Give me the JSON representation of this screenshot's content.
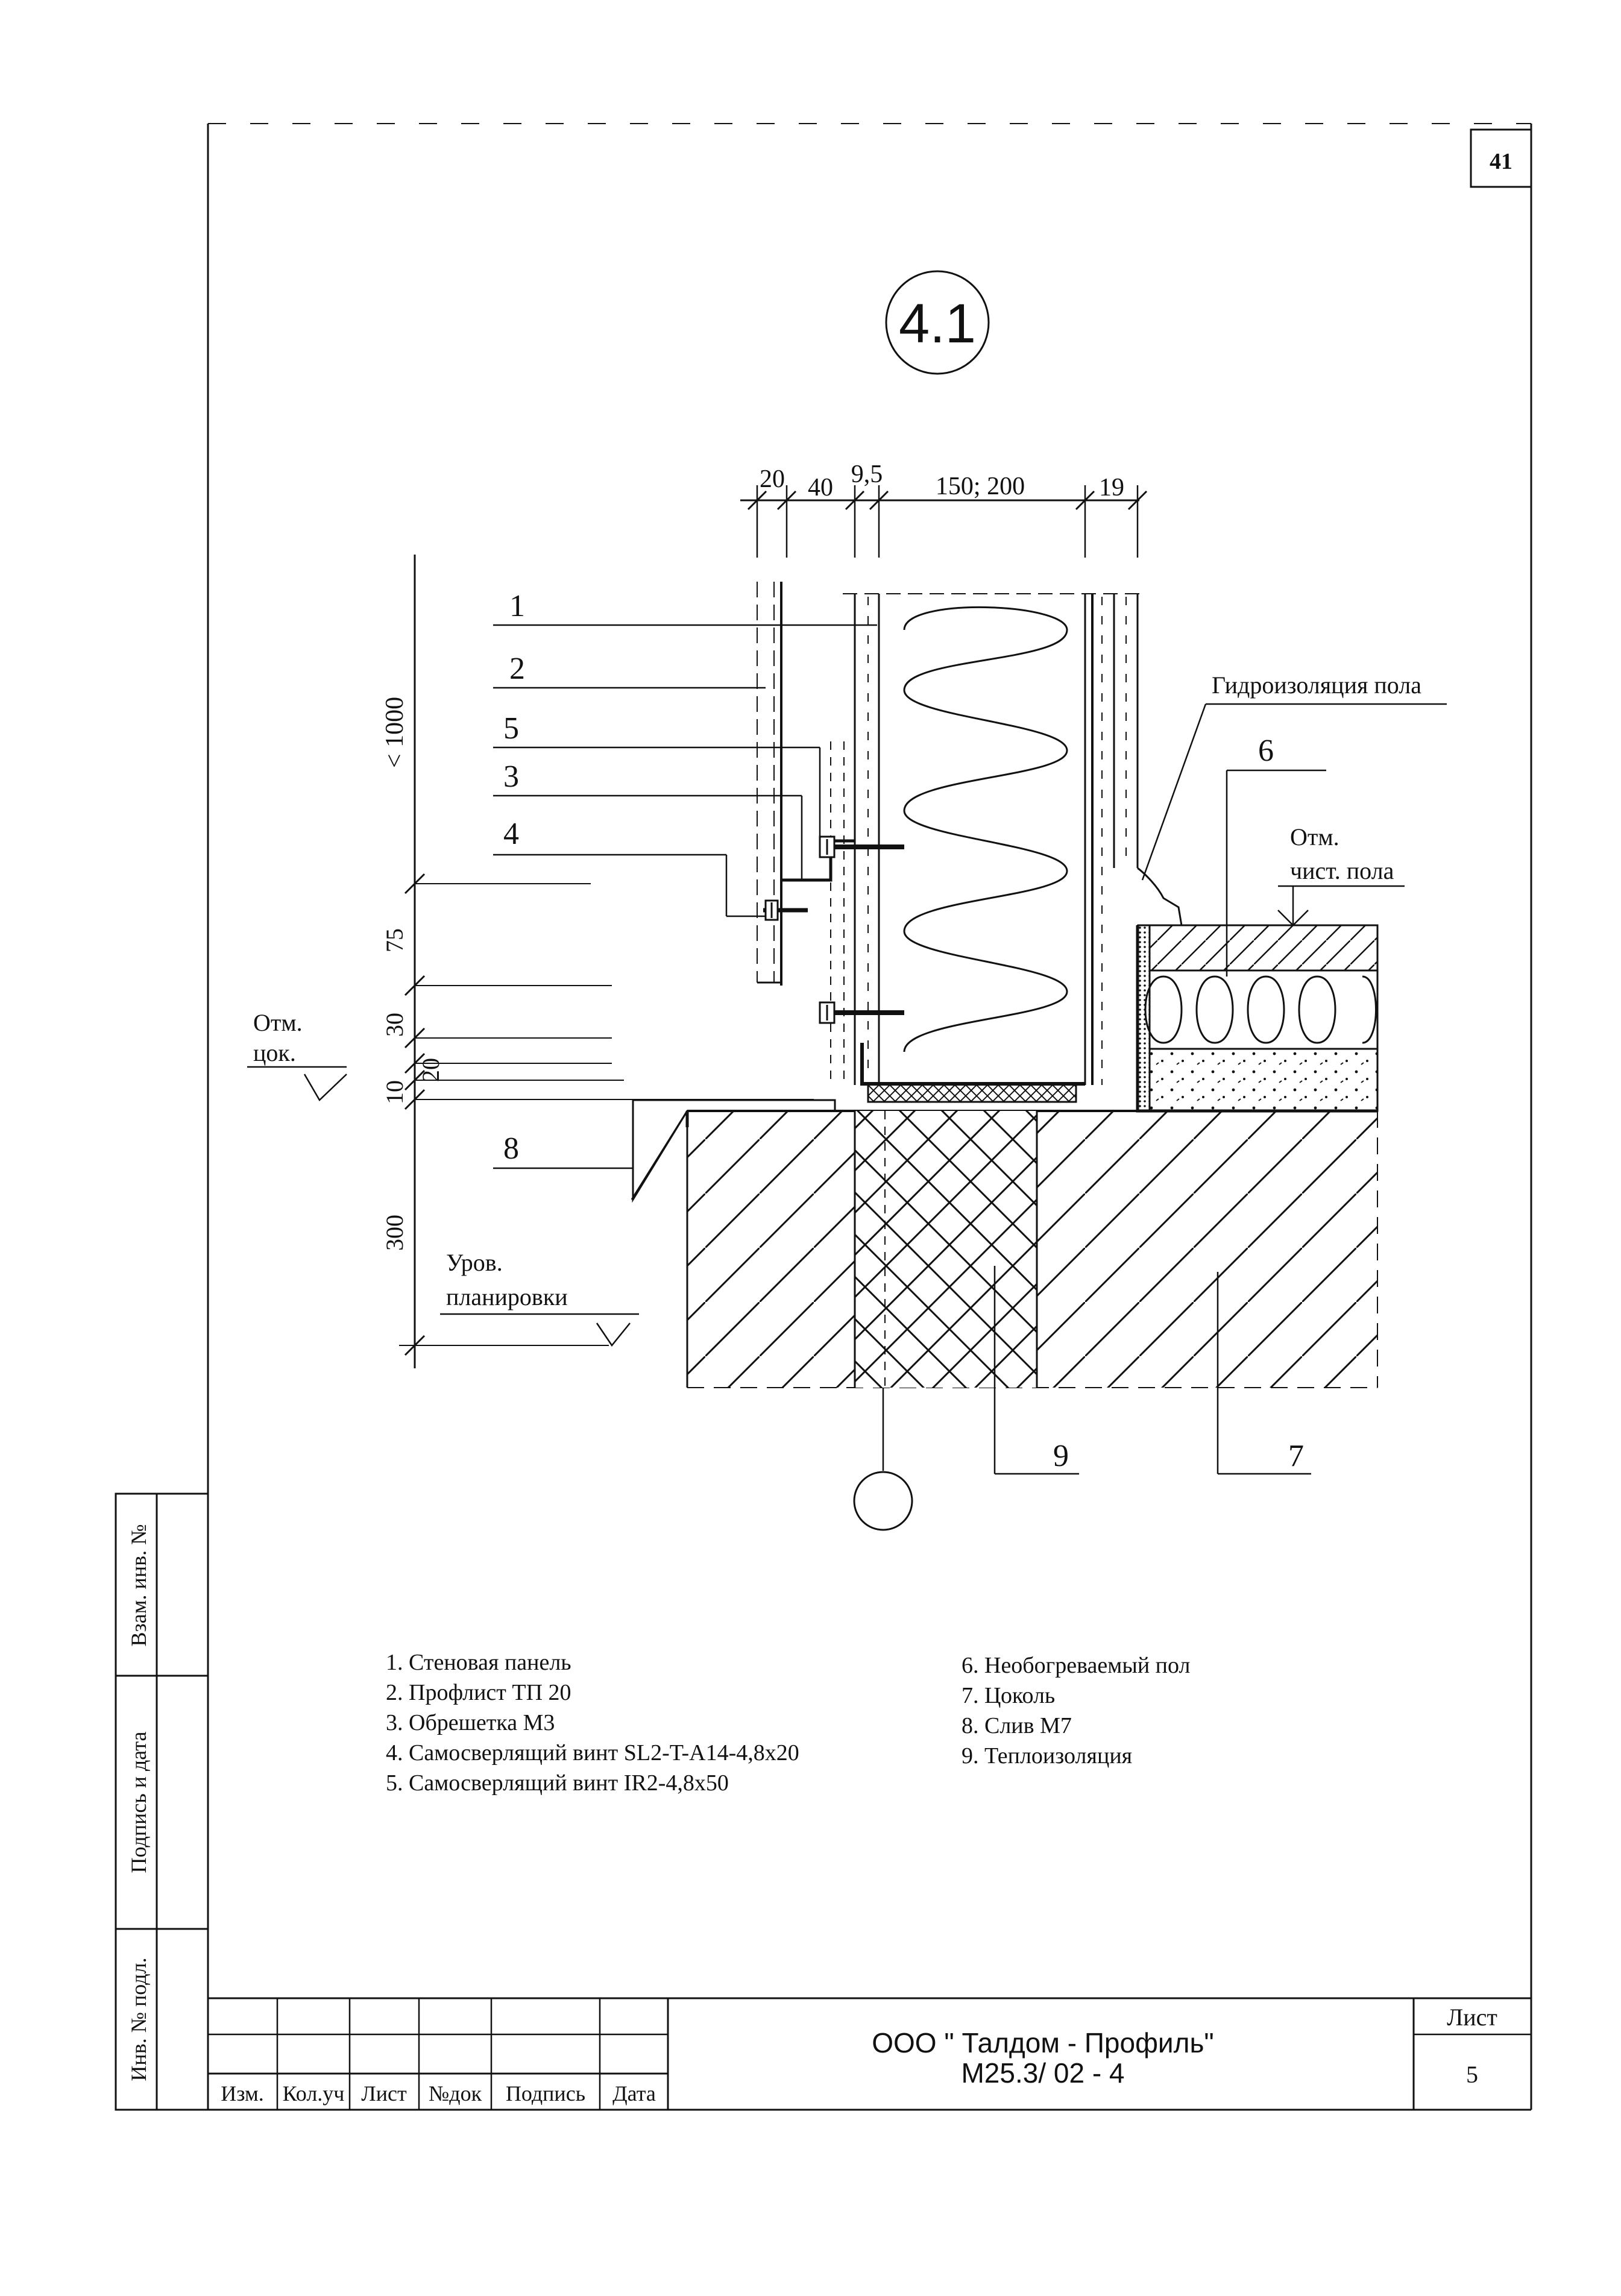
{
  "sheet": {
    "page_number": "41",
    "detail_number": "4.1",
    "node_marker": ""
  },
  "dimensions": {
    "top": [
      "20",
      "40",
      "9,5",
      "150; 200",
      "19"
    ],
    "left_height": "< 1000",
    "left_stack": [
      "75",
      "30",
      "20",
      "10",
      "300"
    ]
  },
  "callouts": {
    "c1": "1",
    "c2": "2",
    "c3": "3",
    "c4": "4",
    "c5": "5",
    "c6": "6",
    "c7": "7",
    "c8": "8",
    "c9": "9"
  },
  "annotations": {
    "floor_waterproofing": "Гидроизоляция пола",
    "finished_floor_l1": "Отм.",
    "finished_floor_l2": "чист. пола",
    "plinth_mark_l1": "Отм.",
    "plinth_mark_l2": "цок.",
    "grade_level_l1": "Уров.",
    "grade_level_l2": "планировки"
  },
  "legend": {
    "left": [
      "1. Стеновая панель",
      "2. Профлист ТП 20",
      "3. Обрешетка М3",
      "4. Самосверлящий винт SL2-T-A14-4,8x20",
      "5. Самосверлящий винт IR2-4,8x50"
    ],
    "right": [
      "6. Необогреваемый пол",
      "7. Цоколь",
      "8. Слив М7",
      "9. Теплоизоляция"
    ]
  },
  "side_stamp": {
    "top": "Взам. инв. №",
    "middle": "Подпись и дата",
    "bottom": "Инв. № подл."
  },
  "title_block": {
    "columns": [
      "Изм.",
      "Кол.уч",
      "Лист",
      "№док",
      "Подпись",
      "Дата"
    ],
    "company": "ООО \" Талдом - Профиль\"",
    "document_code": "М25.3/ 02 - 4",
    "sheet_label": "Лист",
    "sheet_number": "5"
  }
}
